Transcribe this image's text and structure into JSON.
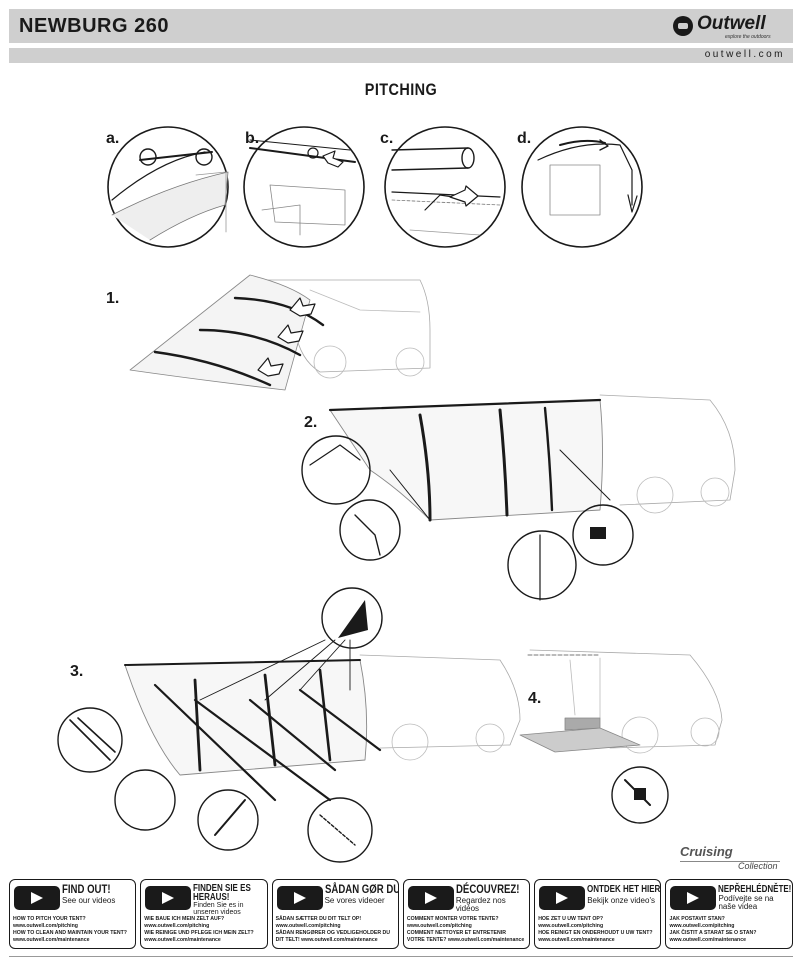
{
  "header": {
    "title": "NEWBURG 260",
    "brand": "Outwell",
    "brand_tagline": "explore the outdoors",
    "website": "outwell.com"
  },
  "section_title": "PITCHING",
  "steps": {
    "a": "a.",
    "b": "b.",
    "c": "c.",
    "d": "d.",
    "s1": "1.",
    "s2": "2.",
    "s3": "3.",
    "s4": "4."
  },
  "collection": {
    "name": "Cruising",
    "sub": "Collection"
  },
  "videos": [
    {
      "title": "FIND OUT!",
      "subtitle": "See our videos",
      "lines": [
        "HOW TO PITCH YOUR TENT?",
        "www.outwell.com/pitching",
        "HOW TO CLEAN AND MAINTAIN YOUR TENT?",
        "www.outwell.com/maintenance"
      ]
    },
    {
      "title": "FINDEN SIE ES HERAUS!",
      "subtitle": "Finden Sie es in unseren videos",
      "lines": [
        "WIE BAUE ICH MEIN ZELT AUF?",
        "www.outwell.com/pitching",
        "WIE REINIGE UND PFLEGE ICH MEIN ZELT?",
        "www.outwell.com/maintenance"
      ]
    },
    {
      "title": "SÅDAN GØR DU!",
      "subtitle": "Se vores videoer",
      "lines": [
        "SÅDAN SÆTTER DU DIT TELT OP!",
        "www.outwell.com/pitching",
        "SÅDAN RENGØRER OG VEDLIGEHOLDER DU",
        "DIT TELT! www.outwell.com/maintenance"
      ]
    },
    {
      "title": "DÉCOUVREZ!",
      "subtitle": "Regardez nos vidéos",
      "lines": [
        "COMMENT MONTER VOTRE TENTE?",
        "www.outwell.com/pitching",
        "COMMENT NETTOYER ET ENTRETENIR",
        "VOTRE TENTE? www.outwell.com/maintenance"
      ]
    },
    {
      "title": "ONTDEK HET HIER!",
      "subtitle": "Bekijk onze video's",
      "lines": [
        "HOE ZET U UW TENT OP?",
        "www.outwell.com/pitching",
        "HOE REINIGT EN ONDERHOUDT U UW TENT?",
        "www.outwell.com/maintenance"
      ]
    },
    {
      "title": "NEPŘEHLÉDNĚTE!",
      "subtitle": "Podívejte se na naše videa",
      "lines": [
        "JAK POSTAVIT STAN?",
        "www.outwell.com/pitching",
        "JAK ČISTIT A STARAT SE O STAN?",
        "www.outwell.com/maintenance"
      ]
    }
  ]
}
